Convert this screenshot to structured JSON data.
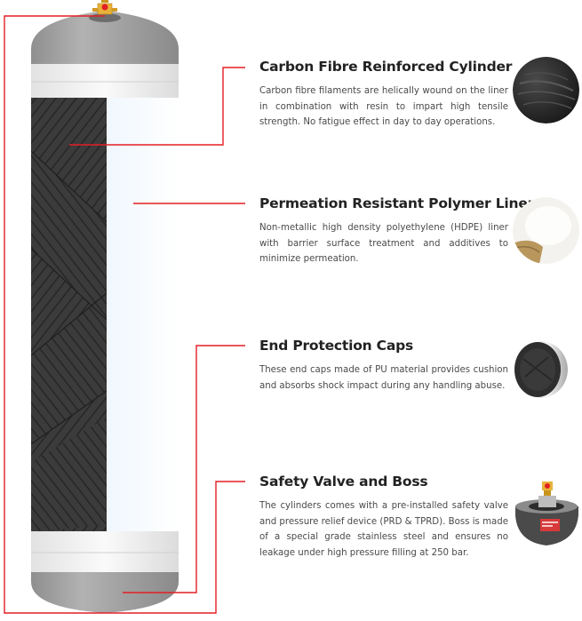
{
  "features": [
    {
      "title": "Carbon Fibre Reinforced Cylinder",
      "description": "Carbon fibre filaments are helically wound on the liner in combination with resin to impart high tensile strength. No fatigue effect in day to day operations.",
      "thumbnail": "carbon-fibre-sample"
    },
    {
      "title": "Permeation Resistant Polymer Liner",
      "description": "Non-metallic high density polyethylene (HDPE) liner with barrier surface treatment and additives to minimize permeation.",
      "thumbnail": "hdpe-liner-sample"
    },
    {
      "title": "End Protection Caps",
      "description": "These end caps made of PU material provides cushion and absorbs shock impact during any handling abuse.",
      "thumbnail": "end-cap-sample"
    },
    {
      "title": "Safety Valve and Boss",
      "description": "The cylinders comes with a pre-installed safety valve and pressure relief device (PRD & TPRD). Boss is made of a special grade stainless steel and ensures no leakage under high pressure filling at 250 bar.",
      "thumbnail": "safety-valve-sample"
    }
  ],
  "colors": {
    "leader_line": "#e31e24",
    "carbon_wrap": "#3a3a3a",
    "liner": "#e6f1fb",
    "end_cap": "#9a9a9a",
    "band": "#f4f4f4",
    "valve": "#e8b23a"
  }
}
